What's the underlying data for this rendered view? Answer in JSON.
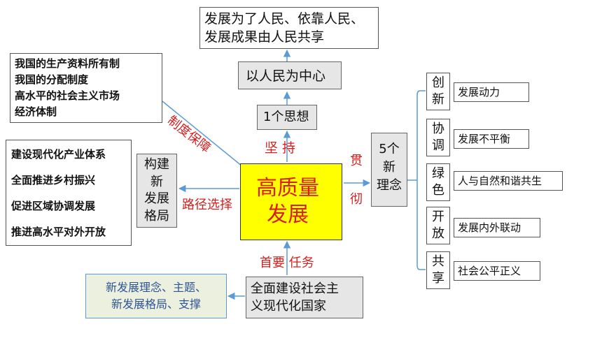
{
  "diagram": {
    "top_goal": "发展为了人民、依靠人民、\n发展成果由人民共享",
    "people_center": "以人民为中心",
    "one_thought": "1个思想",
    "adhere": "坚 持",
    "center": "高质量\n发展",
    "system": "我国的生产资料所有制\n我国的分配制度\n高水平的社会主义市场\n经济体制",
    "system_label": "制度保障",
    "path_items": [
      "建设现代化产业体系",
      "全面推进乡村振兴",
      "促进区域协调发展",
      "推进高水平对外开放"
    ],
    "build_pattern": "构建\n新\n发展\n格局",
    "path_label": "路径选择",
    "implement_1": "贯",
    "implement_2": "彻",
    "five_concepts": "5个\n新\n理念",
    "concepts": [
      {
        "name": "创\n新",
        "desc": "发展动力"
      },
      {
        "name": "协\n调",
        "desc": "发展不平衡"
      },
      {
        "name": "绿\n色",
        "desc": "人与自然和谐共生"
      },
      {
        "name": "开\n放",
        "desc": "发展内外联动"
      },
      {
        "name": "共\n享",
        "desc": "社会公平正义"
      }
    ],
    "task_label": "首要 任务",
    "nation": "全面建设社会主\n义现代化国家",
    "note": "新发展理念、主题、\n新发展格局、支撑"
  },
  "colors": {
    "center_fill": "#ffff00",
    "accent_red": "#d81e1e",
    "arrow_blue": "#5b9bd5",
    "note_fill": "#ebf1de",
    "note_text": "#2f5597"
  }
}
